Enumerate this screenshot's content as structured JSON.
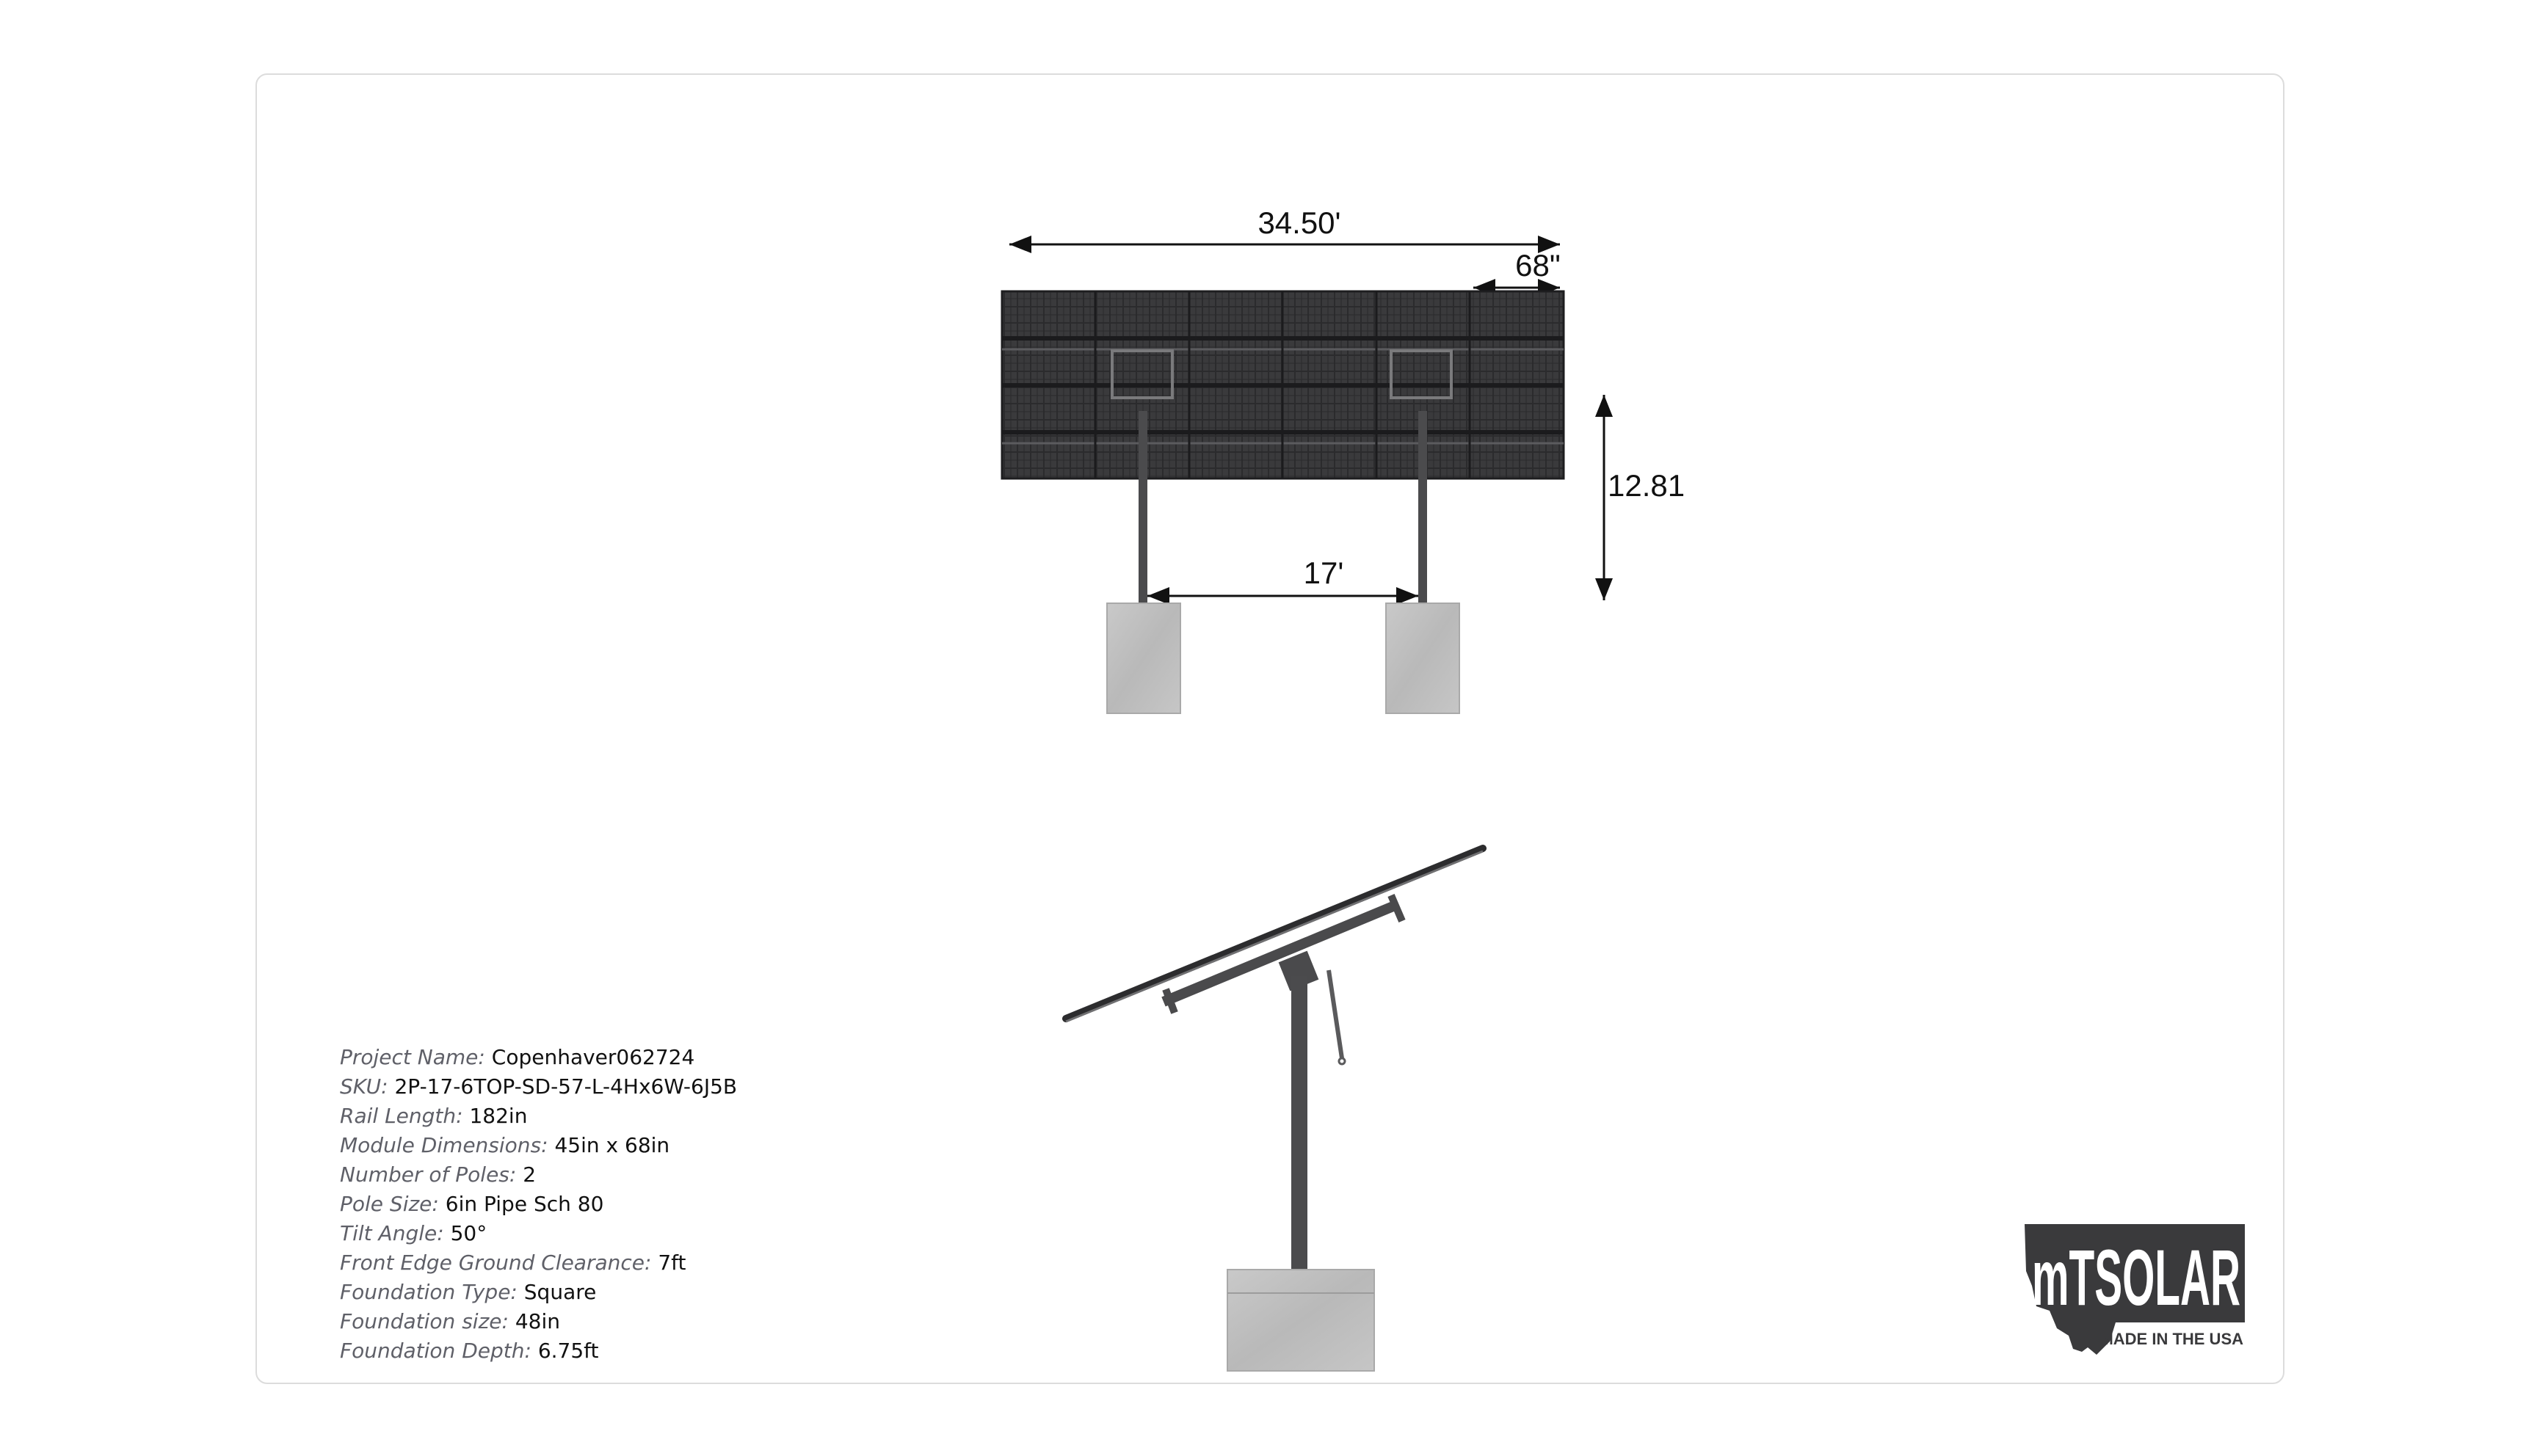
{
  "drawing": {
    "front_view": {
      "overall_width": "34.50'",
      "module_width": "68\"",
      "height": "12.81",
      "pole_spacing": "17'"
    }
  },
  "specs": [
    {
      "label": "Project Name:",
      "value": "Copenhaver062724"
    },
    {
      "label": "SKU:",
      "value": "2P-17-6TOP-SD-57-L-4Hx6W-6J5B"
    },
    {
      "label": "Rail Length:",
      "value": "182in"
    },
    {
      "label": "Module Dimensions:",
      "value": "45in x 68in"
    },
    {
      "label": "Number of Poles:",
      "value": "2"
    },
    {
      "label": "Pole Size:",
      "value": "6in Pipe Sch 80"
    },
    {
      "label": "Tilt Angle:",
      "value": "50°"
    },
    {
      "label": "Front Edge Ground Clearance:",
      "value": "7ft"
    },
    {
      "label": "Foundation Type:",
      "value": "Square"
    },
    {
      "label": "Foundation size:",
      "value": "48in"
    },
    {
      "label": "Foundation Depth:",
      "value": "6.75ft"
    }
  ],
  "logo": {
    "brand": "mTSOLAR",
    "tagline": "MADE IN THE USA"
  }
}
